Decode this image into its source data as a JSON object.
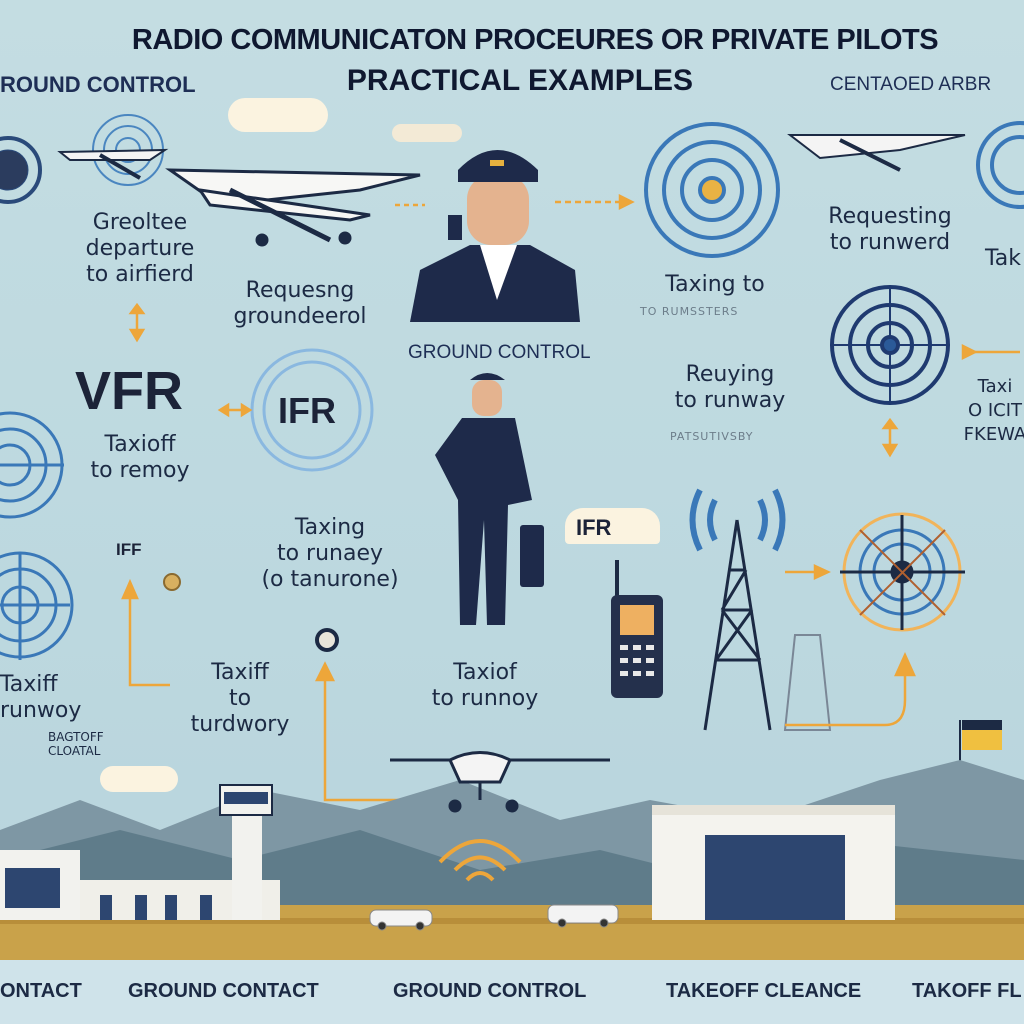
{
  "header": {
    "title_line1": "RADIO COMMUNICATON PROCEURES OR PRIVATE PILOTS",
    "title_line2": "PRACTICAL EXAMPLES",
    "left_tag": "ROUND CONTROL",
    "right_tag": "CENTAOED ARBR"
  },
  "labels": {
    "greeting": "Greoltee\ndeparture\nto airfierd",
    "requesting_ground": "Requesng\ngroundeerol",
    "ground_control": "GROUND CONTROL",
    "taxing_to": "Taxing to",
    "taxing_to_sub": "TO RUMSSTERS",
    "requesting_runway": "Requesting\nto runwerd",
    "tak": "Tak",
    "vfr": "VFR",
    "ifr": "IFR",
    "taxioff": "Taxioff\nto remoy",
    "reuying": "Reuying\nto runway",
    "reuying_sub": "PATSUTIVSBY",
    "taxi_right": "Taxi\nO ICIT\nFKEWA",
    "ifr_small": "IFF",
    "taxing_runway": "Taxing\nto runaey\n(o tanurone)",
    "ifr_cloud": "IFR",
    "taxiff_left": "Taxiff\nrunwoy",
    "bagtoff": "BAGTOFF\nCLOATAL",
    "taxiff_mid": "Taxiff\nto\nturdwory",
    "taxiof_center": "Taxiof\nto runnoy"
  },
  "footer": [
    "ONTACT",
    "GROUND CONTACT",
    "GROUND CONTROL",
    "TAKEOFF CLEANCE",
    "TAKOFF FL"
  ],
  "colors": {
    "accent": "#eda63a",
    "navy": "#1c2a44",
    "radar": "#3a78b8",
    "ground": "#c9a24a"
  }
}
